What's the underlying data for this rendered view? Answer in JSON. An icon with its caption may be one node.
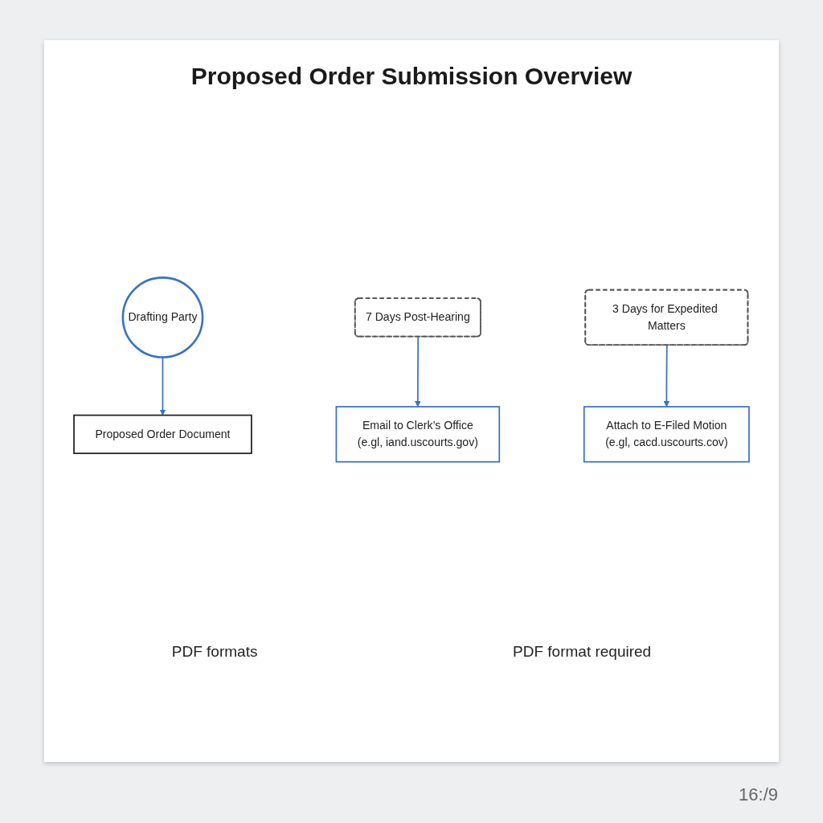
{
  "diagram": {
    "title": "Proposed Order Submission Overview",
    "nodes": [
      {
        "text": [
          "Drafting Party"
        ]
      },
      {
        "text": [
          "Proposed Order Document"
        ]
      },
      {
        "text": [
          "7 Days Post-Hearing"
        ]
      },
      {
        "text": [
          "3 Days for Expedited Matters"
        ]
      },
      {
        "text": [
          "Email to Clerk’s Office",
          "(e.gl, iand.uscourts.gov)"
        ]
      },
      {
        "text": [
          "Attach to E-Filed Motion",
          "(e.gl, cacd.uscourts.cov)"
        ]
      }
    ],
    "edges": [
      {
        "from": 0,
        "to": 1,
        "arrow": "to"
      },
      {
        "from": 2,
        "to": 4,
        "arrow": "to"
      },
      {
        "from": 3,
        "to": 5,
        "arrow": "to"
      }
    ],
    "labels": [
      "PDF formats",
      "PDF format required",
      "16:/9"
    ]
  }
}
